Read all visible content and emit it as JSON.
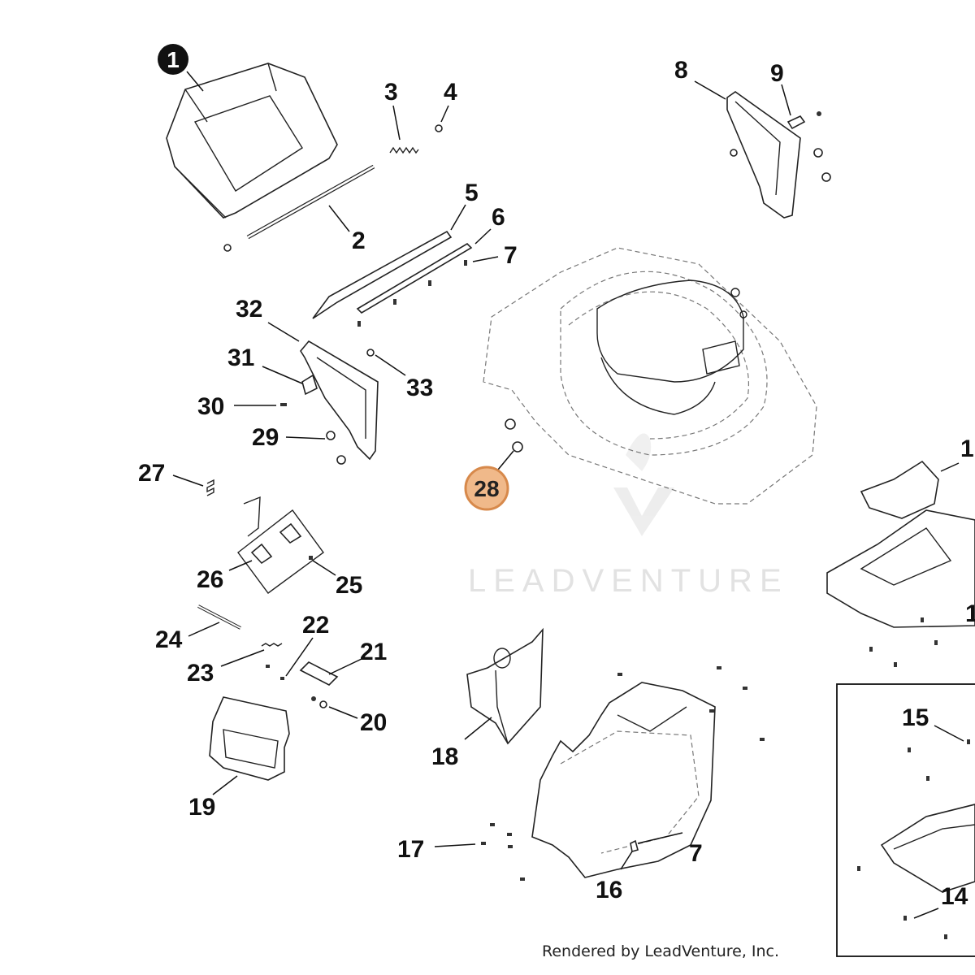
{
  "highlight_color": "#f0b98a",
  "highlight_stroke": "#d7894b",
  "callouts": {
    "c1": "1",
    "c2": "2",
    "c3": "3",
    "c4": "4",
    "c5": "5",
    "c6": "6",
    "c7a": "7",
    "c7b": "7",
    "c8": "8",
    "c9": "9",
    "c14": "14",
    "c15": "15",
    "c16": "16",
    "c17": "17",
    "c18": "18",
    "c19": "19",
    "c20": "20",
    "c21": "21",
    "c22": "22",
    "c23": "23",
    "c24": "24",
    "c25": "25",
    "c26": "26",
    "c27": "27",
    "c28": "28",
    "c29": "29",
    "c30": "30",
    "c31": "31",
    "c32": "32",
    "c33": "33",
    "c_right_top": "1",
    "c_right_mid": "1"
  },
  "highlighted_part": "28",
  "watermark": "LEADVENTURE",
  "credit": "Rendered by LeadVenture, Inc."
}
